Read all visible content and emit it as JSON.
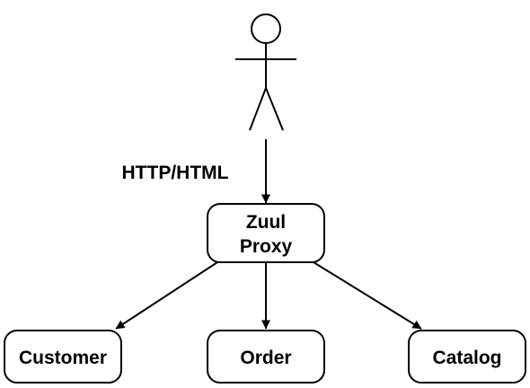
{
  "diagram": {
    "edge_label": "HTTP/HTML",
    "proxy": {
      "line1": "Zuul",
      "line2": "Proxy"
    },
    "services": {
      "customer": "Customer",
      "order": "Order",
      "catalog": "Catalog"
    },
    "colors": {
      "stroke": "#000000",
      "background": "#ffffff"
    },
    "icons": {
      "user": "stick-figure-icon"
    }
  }
}
